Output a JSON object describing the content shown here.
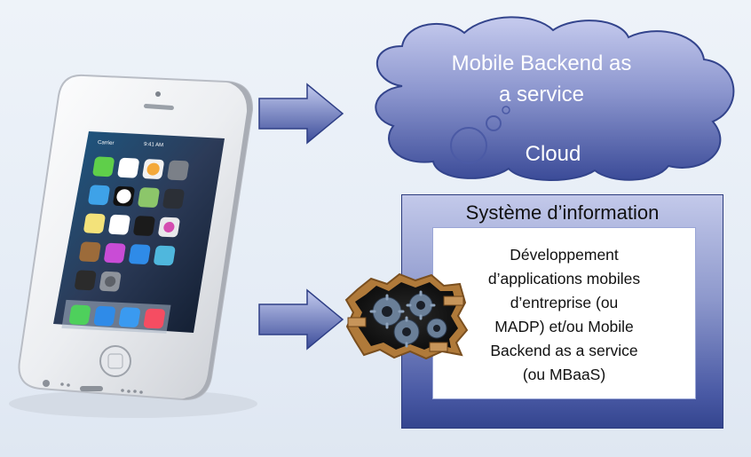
{
  "cloud": {
    "title_line1": "Mobile Backend as",
    "title_line2": "a service",
    "label": "Cloud"
  },
  "information_system": {
    "title": "Système d’information",
    "description_lines": [
      "Développement",
      "d’applications mobiles",
      "d’entreprise (ou",
      "MADP) et/ou Mobile",
      "Backend as a service",
      "(ou MBaaS)"
    ]
  },
  "phone_screen": {
    "time": "9:41 AM",
    "carrier": "Carrier",
    "apps": [
      "Messages",
      "Calendar",
      "Photos",
      "Camera",
      "Weather",
      "Clock",
      "Maps",
      "Videos",
      "Notes",
      "Reminders",
      "Stocks",
      "Game Center",
      "Newsstand",
      "iTunes Store",
      "App Store",
      "Passbook",
      "Compass",
      "Settings",
      "Phone",
      "Mail",
      "Safari",
      "Music"
    ]
  },
  "colors": {
    "arrow_fill_top": "#b9c1e8",
    "arrow_fill_bottom": "#3f4f9c",
    "cloud_fill_top": "#c4c9ec",
    "cloud_fill_bottom": "#3b4b98",
    "box_border": "#2d3c7e"
  }
}
